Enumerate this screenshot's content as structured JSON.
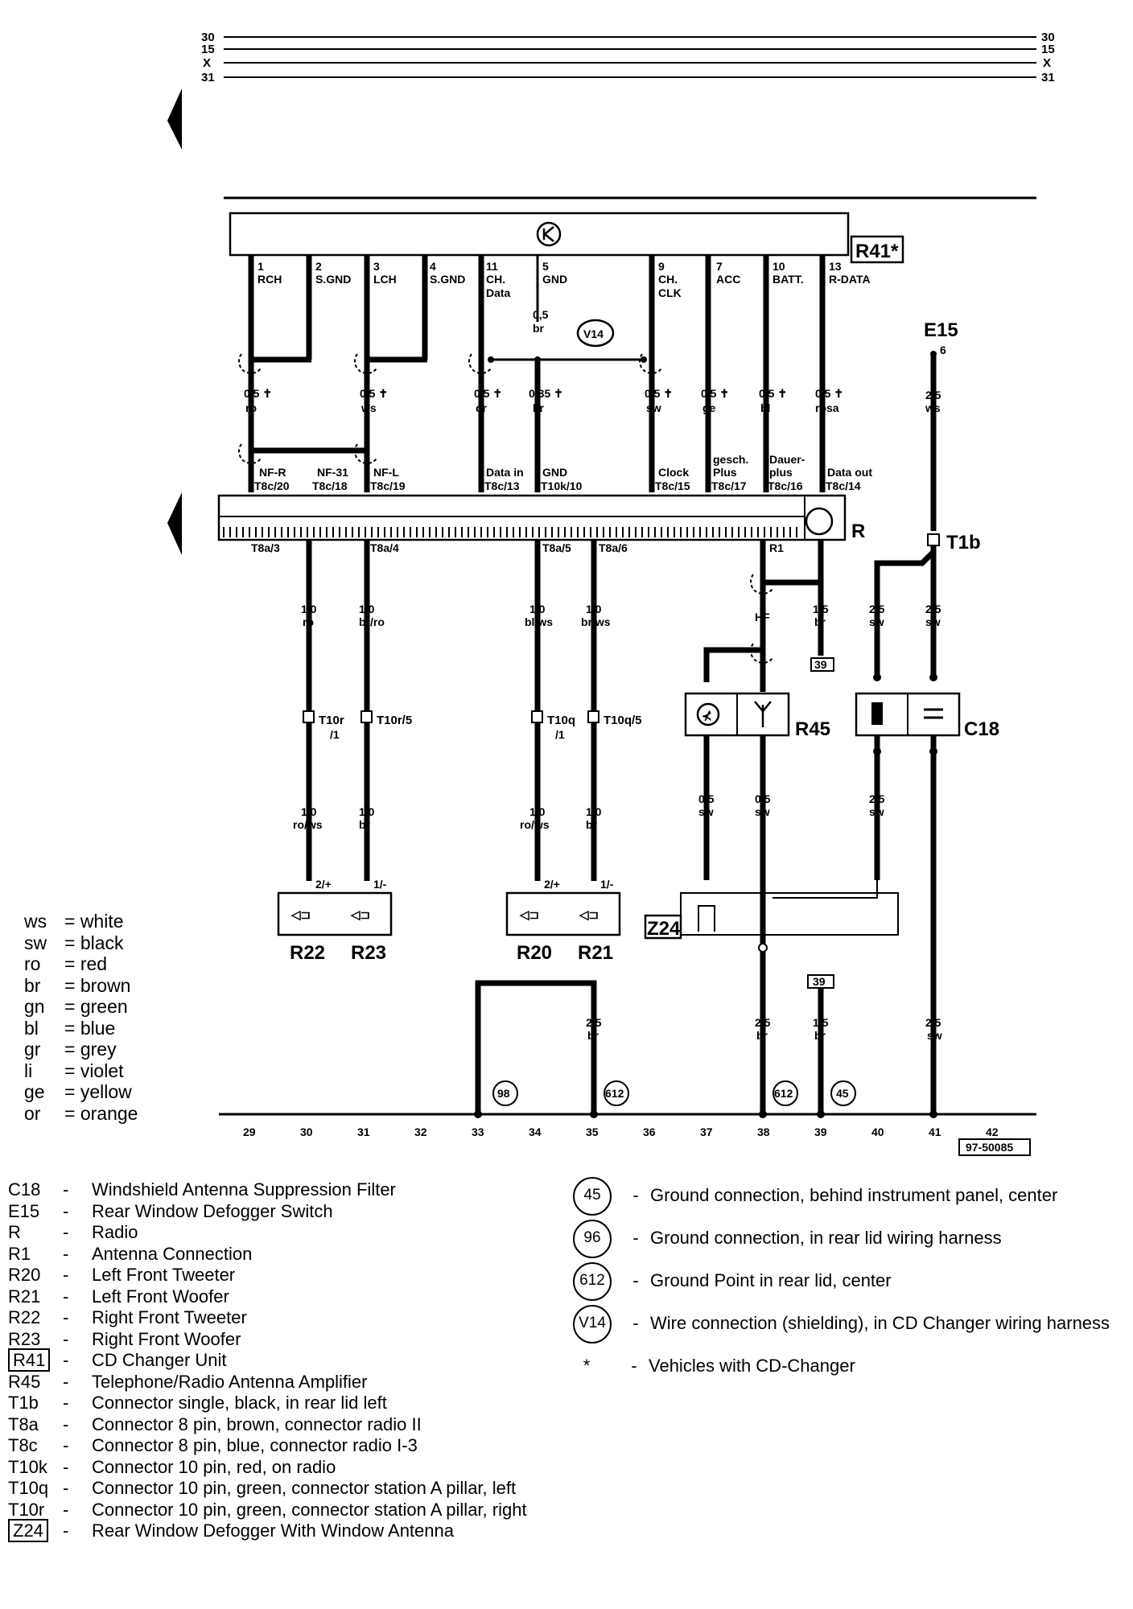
{
  "rails": {
    "top": [
      "30",
      "15",
      "X",
      "31"
    ]
  },
  "r41": {
    "label": "R41*",
    "pins": [
      {
        "num": "1",
        "name": "RCH"
      },
      {
        "num": "2",
        "name": "S.GND"
      },
      {
        "num": "3",
        "name": "LCH"
      },
      {
        "num": "4",
        "name": "S.GND"
      },
      {
        "num": "11",
        "name": "CH. Data"
      },
      {
        "num": "5",
        "name": "GND"
      },
      {
        "num": "9",
        "name": "CH. CLK"
      },
      {
        "num": "7",
        "name": "ACC"
      },
      {
        "num": "10",
        "name": "BATT."
      },
      {
        "num": "13",
        "name": "R-DATA"
      }
    ]
  },
  "wires_upper": [
    "0,5 ro",
    "0,5 ws",
    "0,5 or",
    "0,35 br",
    "0,5 sw",
    "0,5 ge",
    "0,5 bl",
    "0,5 rosa"
  ],
  "gnd_wire": "0,5 br",
  "radio": {
    "label": "R",
    "top_pins": [
      {
        "name": "NF-R",
        "pin": "T8c/20"
      },
      {
        "name": "NF-31",
        "pin": "T8c/18"
      },
      {
        "name": "NF-L",
        "pin": "T8c/19"
      },
      {
        "name": "Data in",
        "pin": "T8c/13"
      },
      {
        "name": "GND",
        "pin": "T10k/10"
      },
      {
        "name": "Clock",
        "pin": "T8c/15"
      },
      {
        "name": "gesch. Plus",
        "pin": "T8c/17"
      },
      {
        "name": "Dauer- plus",
        "pin": "T8c/16"
      },
      {
        "name": "Data out",
        "pin": "T8c/14"
      }
    ],
    "bottom_pins": [
      "T8a/3",
      "T8a/4",
      "T8a/5",
      "T8a/6",
      "R1"
    ]
  },
  "e15": {
    "label": "E15",
    "pin": "6",
    "wire": "2,5 ws"
  },
  "t1b": "T1b",
  "lower_wires": {
    "w1": "1,0 ro",
    "w2": "1,0 br/ro",
    "w3": "1,0 bl/ws",
    "w4": "1,0 br/ws",
    "hf": "HF",
    "w5": "1,5 br",
    "w6": "2,5 sw",
    "w7": "2,5 sw"
  },
  "conns": {
    "c1": "T10r /1",
    "c2": "T10r/5",
    "c3": "T10q /1",
    "c4": "T10q/5"
  },
  "lower_wires2": {
    "w1": "1,0 ro/ws",
    "w2": "1,0 br",
    "w3": "1,0 ro/ws",
    "w4": "1,0 br",
    "w5": "0,5 sw",
    "w6": "0,5 sw",
    "w7": "2,5 sw"
  },
  "spk_pins": {
    "p1": "2/+",
    "p2": "1/-",
    "p3": "2/+",
    "p4": "1/-"
  },
  "components": {
    "r22": "R22",
    "r23": "R23",
    "r20": "R20",
    "r21": "R21",
    "r45": "R45",
    "c18": "C18",
    "z24": "Z24",
    "v14": "V14"
  },
  "grounds": {
    "g98": "98",
    "g612a": "612",
    "g612b": "612",
    "g45": "45",
    "box39a": "39",
    "box39b": "39"
  },
  "bottom_wires": {
    "w35": "2,5 br",
    "w38": "2,5 br",
    "w39": "1,5 br",
    "w41": "2,5 sw"
  },
  "tracks": [
    "29",
    "30",
    "31",
    "32",
    "33",
    "34",
    "35",
    "36",
    "37",
    "38",
    "39",
    "40",
    "41",
    "42"
  ],
  "ref": "97-50085",
  "colors": [
    [
      "ws",
      "= white"
    ],
    [
      "sw",
      "= black"
    ],
    [
      "ro",
      "= red"
    ],
    [
      "br",
      "= brown"
    ],
    [
      "gn",
      "= green"
    ],
    [
      "bl",
      "= blue"
    ],
    [
      "gr",
      "= grey"
    ],
    [
      "li",
      "= violet"
    ],
    [
      "ge",
      "= yellow"
    ],
    [
      "or",
      "= orange"
    ]
  ],
  "legend_left": [
    [
      "C18",
      "Windshield Antenna Suppression Filter"
    ],
    [
      "E15",
      "Rear Window Defogger Switch"
    ],
    [
      "R",
      "Radio"
    ],
    [
      "R1",
      "Antenna Connection"
    ],
    [
      "R20",
      "Left Front Tweeter"
    ],
    [
      "R21",
      "Left Front Woofer"
    ],
    [
      "R22",
      "Right Front Tweeter"
    ],
    [
      "R23",
      "Right Front Woofer"
    ],
    [
      "R41",
      "CD Changer Unit"
    ],
    [
      "R45",
      "Telephone/Radio Antenna Amplifier"
    ],
    [
      "T1b",
      "Connector single, black, in rear lid left"
    ],
    [
      "T8a",
      "Connector 8 pin, brown, connector radio II"
    ],
    [
      "T8c",
      "Connector 8 pin, blue, connector radio I-3"
    ],
    [
      "T10k",
      "Connector 10 pin, red, on radio"
    ],
    [
      "T10q",
      "Connector 10 pin, green, connector station A pillar, left"
    ],
    [
      "T10r",
      "Connector 10 pin, green, connector station A pillar, right"
    ],
    [
      "Z24",
      "Rear Window Defogger With Window Antenna"
    ]
  ],
  "legend_right": [
    [
      "45",
      "Ground connection, behind instrument panel, center"
    ],
    [
      "96",
      "Ground connection, in rear lid wiring harness"
    ],
    [
      "612",
      "Ground Point in rear lid, center"
    ],
    [
      "V14",
      "Wire connection (shielding), in CD Changer wiring harness"
    ],
    [
      "*",
      "Vehicles with CD-Changer"
    ]
  ]
}
